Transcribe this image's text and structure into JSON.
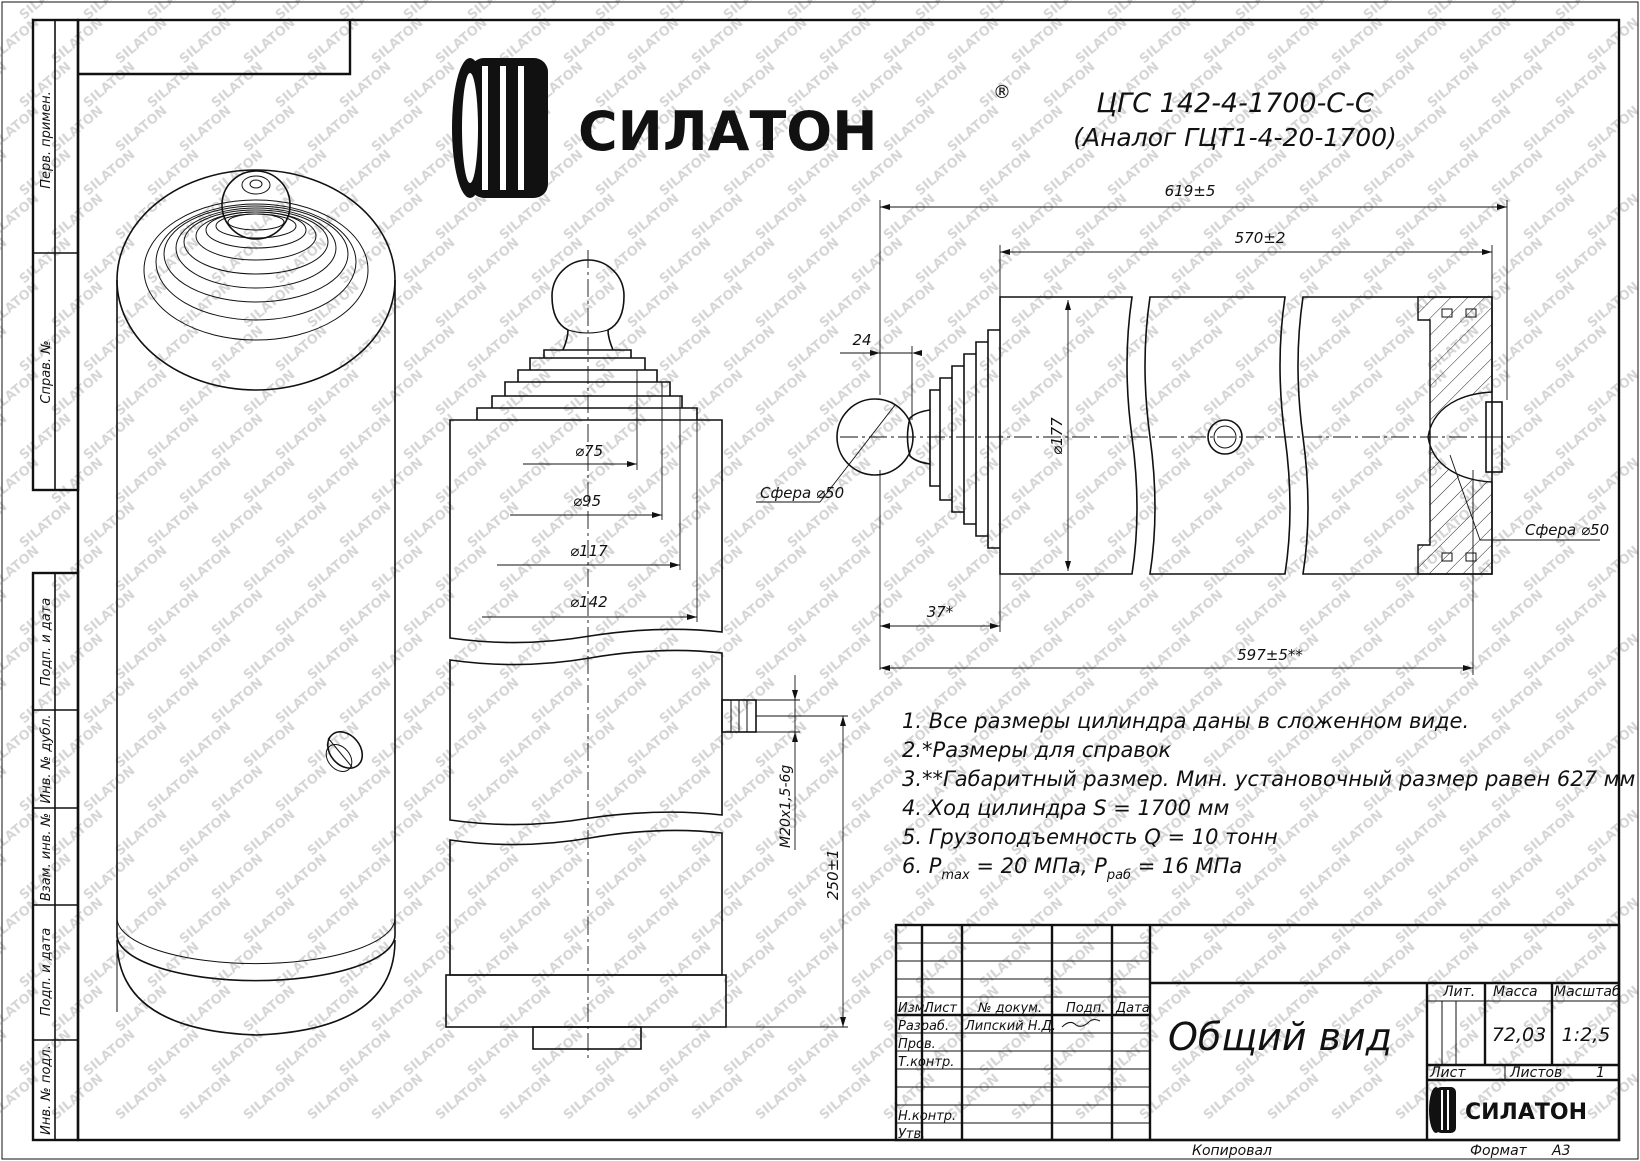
{
  "watermark_text": "SILATON",
  "logo": {
    "name": "СИЛАТОН",
    "registered": "®"
  },
  "title": {
    "designation": "ЦГС 142-4-1700-С-С",
    "analog": "(Аналог ГЦТ1-4-20-1700)"
  },
  "side_stamp": [
    "Перв. примен.",
    "Справ. №",
    "Подп. и дата",
    "Инв. № дубл.",
    "Взам. инв. №",
    "Подп. и дата",
    "Инв. № подл."
  ],
  "dimensions": {
    "overall_length": "619±5",
    "body_length": "570±2",
    "flange_offset": "24",
    "sphere_left": "Сфера ⌀50",
    "sphere_right": "Сфера ⌀50",
    "body_diameter": "⌀177",
    "ref_37": "37*",
    "gabarit": "597±5**",
    "d75": "⌀75",
    "d95": "⌀95",
    "d117": "⌀117",
    "d142": "⌀142",
    "thread": "M20x1,5-6g",
    "port_height": "250±1"
  },
  "notes": [
    "1. Все размеры цилиндра даны в сложенном виде.",
    "2.*Размеры для справок",
    "3.**Габаритный размер. Мин. установочный размер равен 627 мм",
    "4. Ход цилиндра S = 1700 мм",
    "5. Грузоподъемность Q = 10 тонн"
  ],
  "note6": {
    "prefix": "6. P",
    "sub_max": "max",
    "mid": " = 20 МПа, P",
    "sub_rab": "раб",
    "suffix": " = 16 МПа"
  },
  "title_block": {
    "col_headers": [
      "Изм.",
      "Лист",
      "№ докум.",
      "Подп.",
      "Дата"
    ],
    "roles": [
      "Разраб.",
      "Пров.",
      "Т.контр.",
      "Н.контр.",
      "Утв."
    ],
    "developer": "Липский Н.Д.",
    "drawing_name": "Общий вид",
    "lit_label": "Лит.",
    "mass_label": "Масса",
    "scale_label": "Масштаб",
    "mass": "72,03",
    "scale": "1:2,5",
    "sheet_label": "Лист",
    "sheets_label": "Листов",
    "sheets": "1",
    "logo_small": "СИЛАТОН"
  },
  "footer": {
    "copied": "Копировал",
    "format_label": "Формат",
    "format": "А3"
  }
}
